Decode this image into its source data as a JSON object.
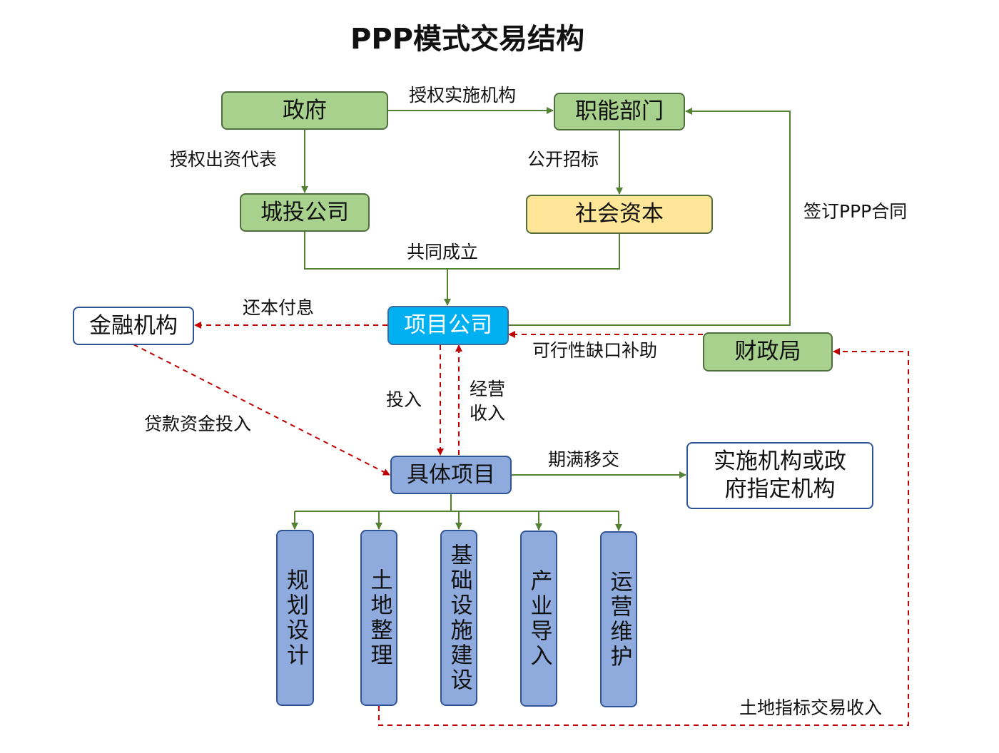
{
  "title": "PPP模式交易结构",
  "nodes": {
    "government": "政府",
    "functional_dept": "职能部门",
    "city_invest": "城投公司",
    "social_capital": "社会资本",
    "project_company": "项目公司",
    "financial_inst": "金融机构",
    "finance_bureau": "财政局",
    "specific_project": "具体项目",
    "implementing_agency": "实施机构或政府指定机构",
    "sub_projects": [
      "规划设计",
      "土地整理",
      "基础设施建设",
      "产业导入",
      "运营维护"
    ]
  },
  "edges": {
    "authorize_agency": "授权实施机构",
    "authorize_investor": "授权出资代表",
    "public_tender": "公开招标",
    "sign_contract": "签订PPP合同",
    "co_establish": "共同成立",
    "repay": "还本付息",
    "viability_gap": "可行性缺口补助",
    "invest": "投入",
    "operating_income": "经营收入",
    "loan_investment": "贷款资金投入",
    "handover": "期满移交",
    "land_income": "土地指标交易收入"
  },
  "colors": {
    "green_fill": "#a9d18e",
    "yellow_fill": "#ffe699",
    "blue_fill": "#00b0f0",
    "periwinkle_fill": "#8faadc",
    "solid_line": "#548235",
    "dashed_line": "#c00000"
  }
}
